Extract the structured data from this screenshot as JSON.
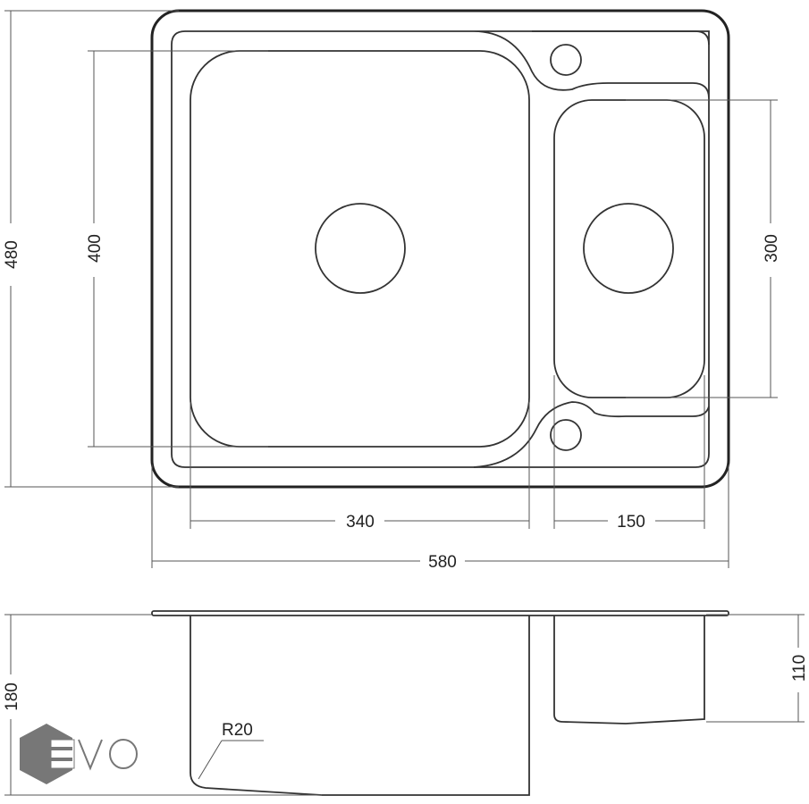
{
  "title": "Double bowl sink technical drawing",
  "dimensions": {
    "overall_depth": "480",
    "main_bowl_depth": "400",
    "small_bowl_depth": "300",
    "main_bowl_width": "340",
    "small_bowl_width": "150",
    "overall_width": "580",
    "main_bowl_height": "180",
    "small_bowl_height": "110",
    "corner_radius": "R20"
  },
  "logo": {
    "text": "EVO",
    "color": "#777777"
  },
  "colors": {
    "line": "#222222",
    "background": "#ffffff"
  }
}
